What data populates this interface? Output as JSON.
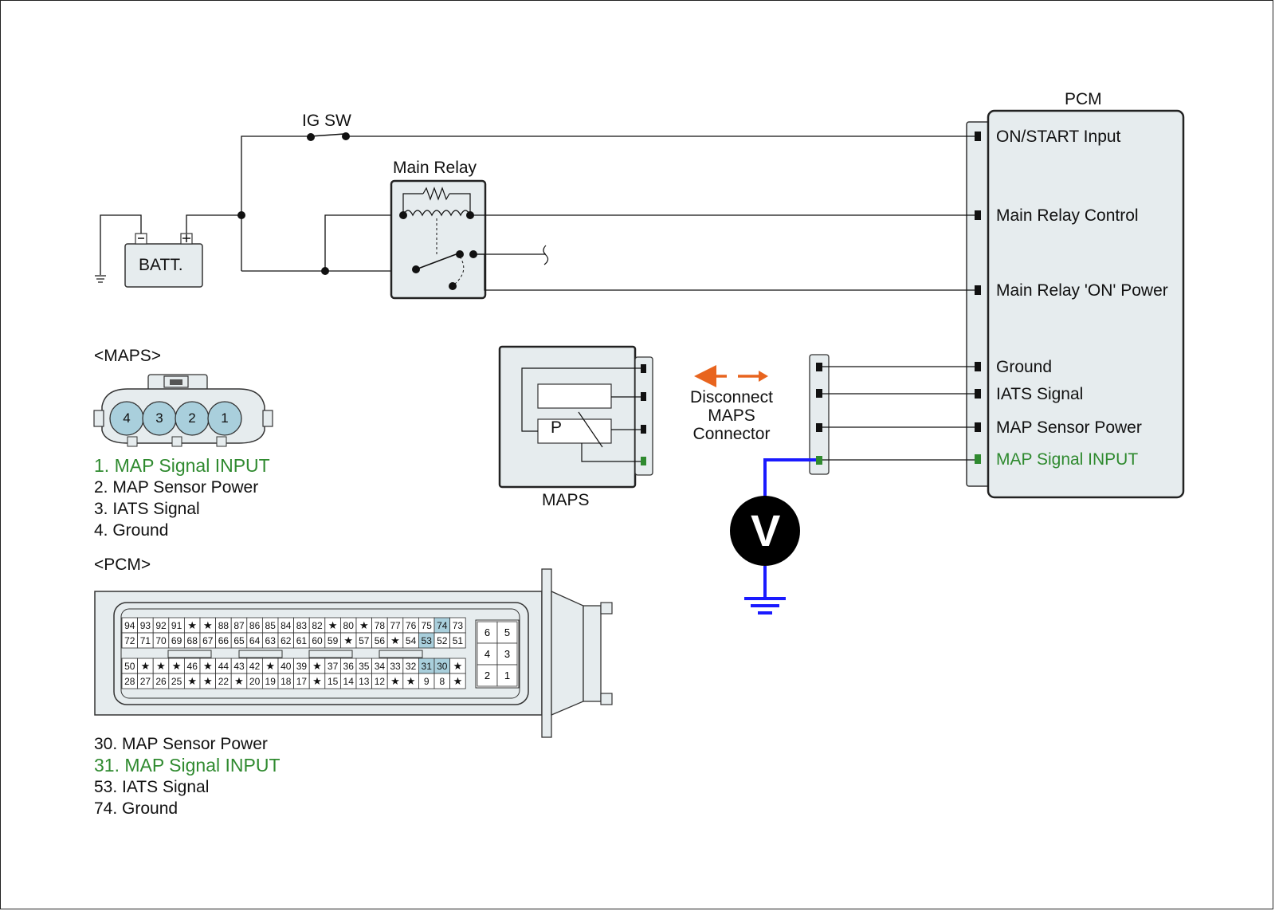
{
  "labels": {
    "ig_sw": "IG SW",
    "main_relay": "Main Relay",
    "batt": "BATT.",
    "batt_minus": "-",
    "batt_plus": "+",
    "pcm": "PCM",
    "maps": "MAPS",
    "disconnect": [
      "Disconnect",
      "MAPS",
      "Connector"
    ],
    "voltmeter": "V",
    "maps_header": "<MAPS>",
    "pcm_header": "<PCM>",
    "relay_p": "P"
  },
  "pcm_terminals": [
    "ON/START Input",
    "Main Relay Control",
    "Main Relay 'ON' Power",
    "Ground",
    "IATS Signal",
    "MAP Sensor Power",
    "MAP Signal  INPUT"
  ],
  "maps_pins": [
    "4",
    "3",
    "2",
    "1"
  ],
  "maps_legend": [
    "1. MAP Signal  INPUT",
    "2. MAP Sensor Power",
    "3. IATS Signal",
    "4. Ground"
  ],
  "pcm_legend": [
    "30. MAP Sensor Power",
    "31. MAP Signal  INPUT",
    "53. IATS Signal",
    "74. Ground"
  ],
  "pcm_connector_rows": [
    [
      "94",
      "93",
      "92",
      "91",
      "★",
      "★",
      "88",
      "87",
      "86",
      "85",
      "84",
      "83",
      "82",
      "★",
      "80",
      "★",
      "78",
      "77",
      "76",
      "75",
      "74",
      "73"
    ],
    [
      "72",
      "71",
      "70",
      "69",
      "68",
      "67",
      "66",
      "65",
      "64",
      "63",
      "62",
      "61",
      "60",
      "59",
      "★",
      "57",
      "56",
      "★",
      "54",
      "53",
      "52",
      "51"
    ],
    [
      "50",
      "★",
      "★",
      "★",
      "46",
      "★",
      "44",
      "43",
      "42",
      "★",
      "40",
      "39",
      "★",
      "37",
      "36",
      "35",
      "34",
      "33",
      "32",
      "31",
      "30",
      "★"
    ],
    [
      "28",
      "27",
      "26",
      "25",
      "★",
      "★",
      "22",
      "★",
      "20",
      "19",
      "18",
      "17",
      "★",
      "15",
      "14",
      "13",
      "12",
      "★",
      "★",
      "9",
      "8",
      "★"
    ]
  ],
  "pcm_small_block": [
    [
      "6",
      "5"
    ],
    [
      "4",
      "3"
    ],
    [
      "2",
      "1"
    ]
  ],
  "highlight_pins": [
    "74",
    "53",
    "31",
    "30"
  ],
  "colors": {
    "signal_green": "#2f8a2f",
    "probe_blue": "#1a1aff",
    "arrow_orange": "#e8641e",
    "pin_highlight": "#a9cfdc",
    "box_fill": "#e6ecee"
  }
}
